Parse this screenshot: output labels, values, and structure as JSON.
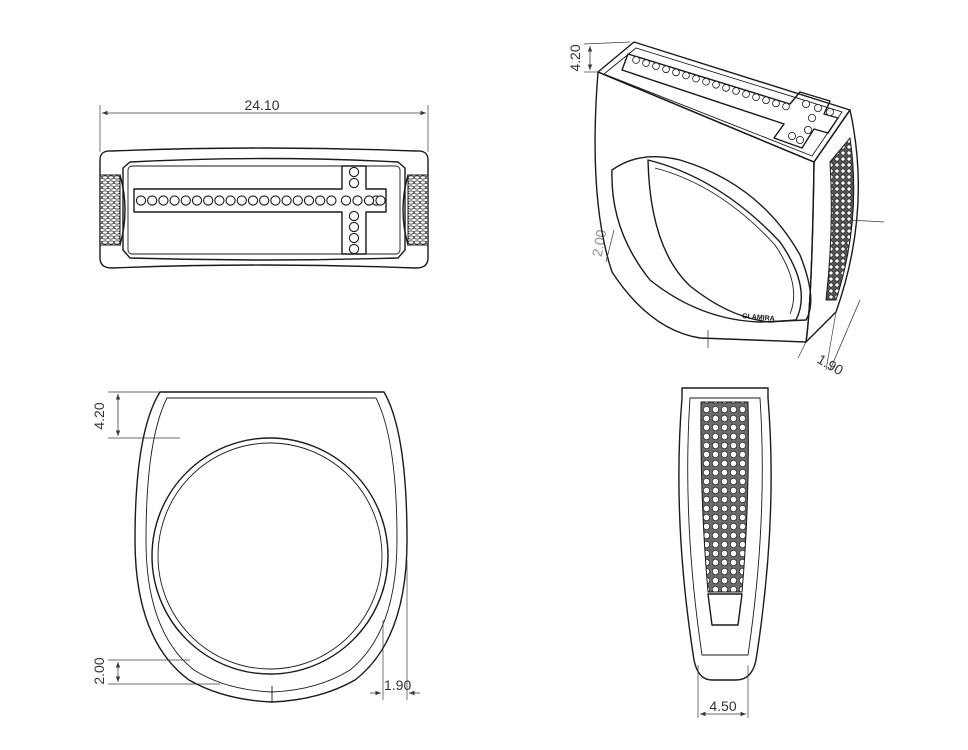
{
  "dimensions": {
    "top_width": "24.10",
    "front_shoulder": "4.20",
    "front_bottom": "2.00",
    "front_side": "1.90",
    "side_width": "4.50",
    "iso_top": "4.20",
    "iso_side": "2.00",
    "iso_bottom": "1.90"
  },
  "engraving": "GLAMIRA",
  "colors": {
    "line": "#1a1a1a",
    "dimension": "#333333",
    "pave": "#5a5a5a"
  }
}
